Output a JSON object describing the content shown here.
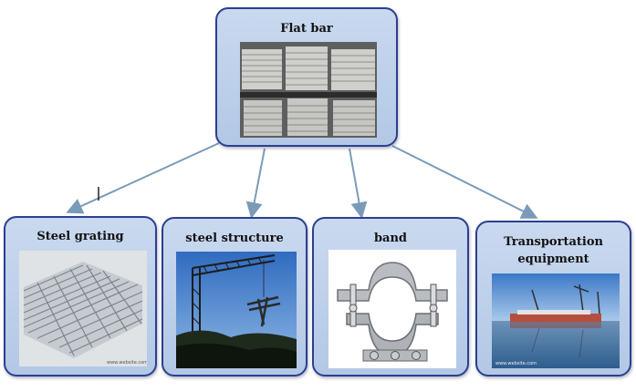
{
  "root": {
    "title": "Flat bar",
    "image": "stacked-flat-steel-bars-photo"
  },
  "children": [
    {
      "title": "Steel grating",
      "image": "steel-grating-photo"
    },
    {
      "title": "steel structure",
      "image": "steel-structure-crane-photo"
    },
    {
      "title": "band",
      "image": "metal-pipe-clamp-band-photo"
    },
    {
      "title": "Transportation equipment",
      "title_line1": "Transportation",
      "title_line2": "equipment",
      "image": "ship-harbor-photo"
    }
  ],
  "colors": {
    "card_fill": "#c3d4ec",
    "card_border": "#2c3f8f",
    "arrow": "#7a9bb8"
  }
}
